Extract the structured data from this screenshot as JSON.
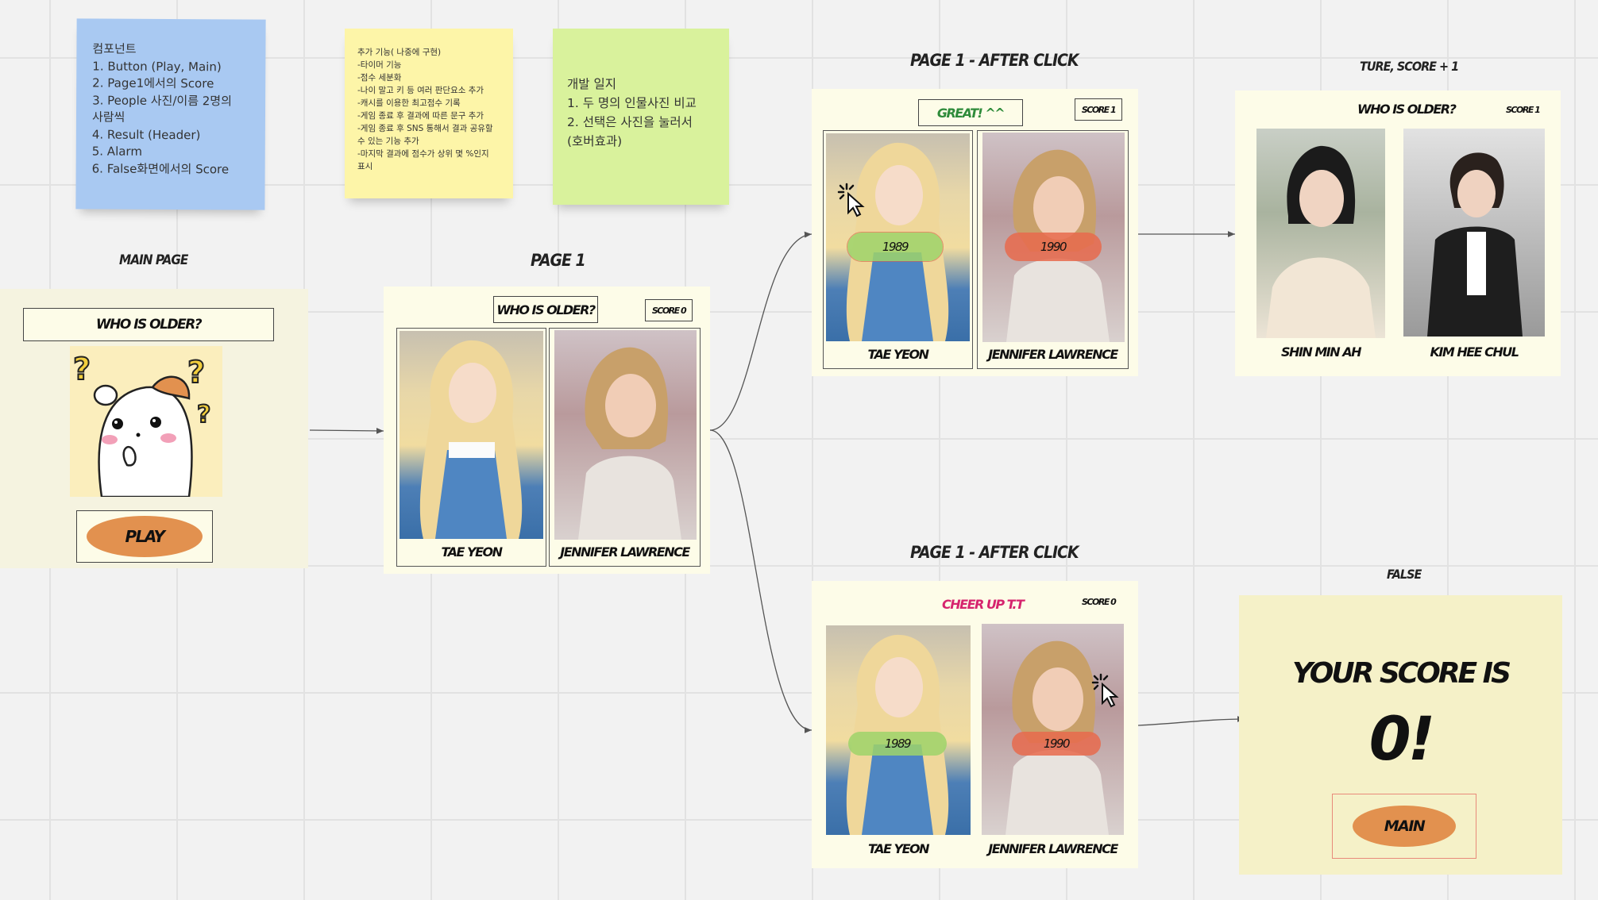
{
  "stickies": {
    "components": {
      "lines": [
        "컴포넌트",
        "1. Button (Play, Main)",
        "2. Page1에서의 Score",
        "3. People 사진/이름 2명의",
        "사람씩",
        "4. Result (Header)",
        "5. Alarm",
        "6. False화면에서의 Score"
      ],
      "color": "#a9c9f2"
    },
    "extra": {
      "lines": [
        "추가 기능( 나중에 구현)",
        "-타이머 기능",
        "-점수 세분화",
        "-나이 말고 키 등 여러 판단요소 추가",
        "-캐시를 이용한 최고점수 기록",
        "-게임 종료 후 결과에 따른 문구 추가",
        "-게임 종료 후 SNS 통해서 결과 공유할",
        "수 있는 기능 추가",
        "-마지막 결과에 점수가 상위 몇 %인지",
        "표시"
      ],
      "color": "#fdf5a8"
    },
    "log": {
      "lines": [
        "개발 일지",
        "1. 두 명의 인물사진 비교",
        "2. 선택은 사진을 눌러서",
        "(호버효과)"
      ],
      "color": "#d9f29c"
    }
  },
  "main": {
    "label": "MAIN PAGE",
    "header": "WHO IS OLDER?",
    "play_label": "PLAY"
  },
  "page1": {
    "label": "PAGE 1",
    "header": "WHO IS OLDER?",
    "score": "SCORE 0",
    "left_name": "TAE YEON",
    "right_name": "JENNIFER LAWRENCE"
  },
  "after_true": {
    "label": "PAGE 1 - AFTER CLICK",
    "result": "GREAT! ^^",
    "score": "SCORE 1",
    "left_year": "1989",
    "right_year": "1990",
    "left_name": "TAE YEON",
    "right_name": "JENNIFER LAWRENCE"
  },
  "after_false": {
    "label": "PAGE 1 - AFTER CLICK",
    "result": "CHEER UP T.T",
    "score": "SCORE 0",
    "left_year": "1989",
    "right_year": "1990",
    "left_name": "TAE YEON",
    "right_name": "JENNIFER LAWRENCE"
  },
  "true_page": {
    "label": "TURE, SCORE + 1",
    "header": "WHO IS OLDER?",
    "score": "SCORE 1",
    "left_name": "SHIN MIN AH",
    "right_name": "KIM HEE CHUL"
  },
  "false_page": {
    "label": "FALSE",
    "line1": "YOUR SCORE IS",
    "line2": "0!",
    "main_label": "MAIN"
  },
  "colors": {
    "great": "#2e8b3a",
    "cheer": "#d6246e",
    "button_orange": "#e2914f",
    "frame_bg": "#fdfce8",
    "green_badge": "#9ed36a",
    "red_badge": "#e86a4c"
  },
  "icons": [
    "cursor-click-icon",
    "hamster-question-icon"
  ]
}
